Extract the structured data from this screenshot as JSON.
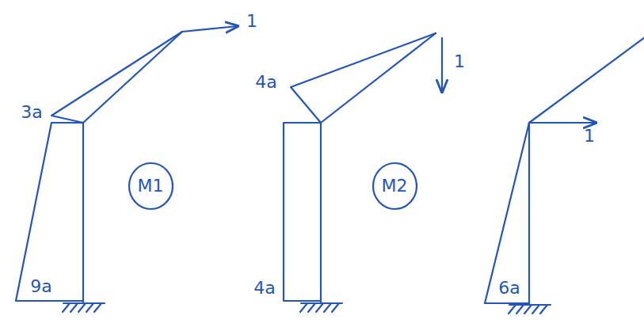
{
  "diagram": {
    "nodes": [
      {
        "text": [
          "M1"
        ]
      },
      {
        "text": [
          "M2"
        ]
      }
    ],
    "labels": [
      "1",
      "3a",
      "9a",
      "1",
      "4a",
      "4a",
      "1",
      "6a"
    ]
  }
}
